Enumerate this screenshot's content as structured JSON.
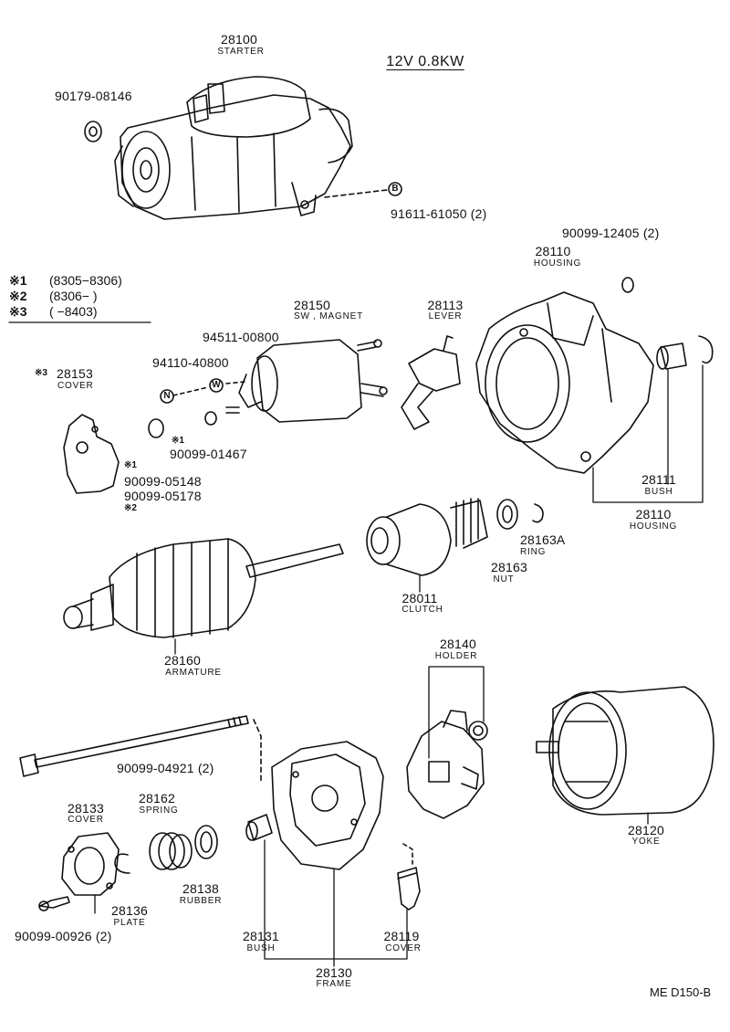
{
  "spec_title": "12V 0.8KW",
  "ref_code": "ME D150-B",
  "notes": [
    {
      "mark": "※1",
      "range": "(8305−8306)"
    },
    {
      "mark": "※2",
      "range": "(8306−      )"
    },
    {
      "mark": "※3",
      "range": "(      −8403)"
    }
  ],
  "parts": {
    "starter": {
      "number": "28100",
      "name": "STARTER"
    },
    "nut_90179": {
      "number": "90179-08146"
    },
    "bolt_91611": {
      "number": "91611-61050 (2)",
      "marker": "B"
    },
    "housing_main": {
      "number": "28110",
      "name": "HOUSING"
    },
    "washer_90099_12405": {
      "number": "90099-12405 (2)"
    },
    "lever": {
      "number": "28113",
      "name": "LEVER"
    },
    "sw_magnet": {
      "number": "28150",
      "name": "SW , MAGNET"
    },
    "washer_94511": {
      "number": "94511-00800",
      "marker": "W"
    },
    "nut_94110": {
      "number": "94110-40800",
      "marker": "N"
    },
    "cover_28153": {
      "number": "28153",
      "name": "COVER",
      "mark": "※3"
    },
    "nut_90099_01467": {
      "number": "90099-01467",
      "mark": "※1"
    },
    "screw_90099_05148": {
      "number": "90099-05148",
      "mark": "※1"
    },
    "screw_90099_05178": {
      "number": "90099-05178",
      "mark": "※2"
    },
    "bush_28111": {
      "number": "28111",
      "name": "BUSH"
    },
    "housing_assy": {
      "number": "28110",
      "name": "HOUSING"
    },
    "ring_28163a": {
      "number": "28163A",
      "name": "RING"
    },
    "nut_28163": {
      "number": "28163",
      "name": "NUT"
    },
    "clutch": {
      "number": "28011",
      "name": "CLUTCH"
    },
    "armature": {
      "number": "28160",
      "name": "ARMATURE"
    },
    "holder": {
      "number": "28140",
      "name": "HOLDER"
    },
    "bolt_through": {
      "number": "90099-04921 (2)"
    },
    "cover_28133": {
      "number": "28133",
      "name": "COVER"
    },
    "spring": {
      "number": "28162",
      "name": "SPRING"
    },
    "rubber": {
      "number": "28138",
      "name": "RUBBER"
    },
    "plate": {
      "number": "28136",
      "name": "PLATE"
    },
    "screw_90099_00926": {
      "number": "90099-00926 (2)"
    },
    "bush_28131": {
      "number": "28131",
      "name": "BUSH"
    },
    "frame": {
      "number": "28130",
      "name": "FRAME"
    },
    "cover_28119": {
      "number": "28119",
      "name": "COVER"
    },
    "yoke": {
      "number": "28120",
      "name": "YOKE"
    }
  }
}
